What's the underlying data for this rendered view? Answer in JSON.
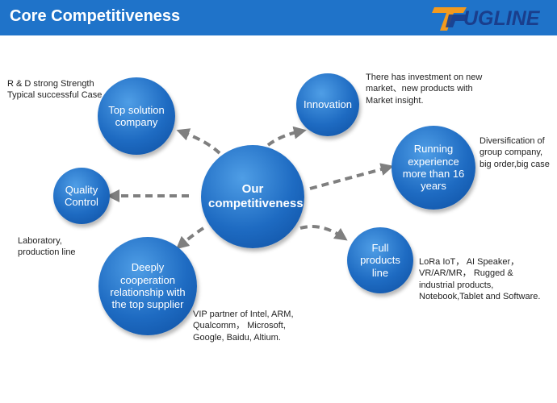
{
  "header": {
    "title": "Core Competitiveness"
  },
  "logo": {
    "text": "UGLINE"
  },
  "center": {
    "label": "Our competitiveness"
  },
  "nodes": {
    "top_solution": "Top solution company",
    "innovation": "Innovation",
    "quality": "Quality Control",
    "running": "Running experience more than 16 years",
    "cooperation": "Deeply cooperation relationship with the top supplier",
    "products": "Full products line"
  },
  "notes": {
    "rnd_line1": "R & D strong Strength",
    "rnd_line2": "Typical successful Case",
    "investment_line1": "There has investment on new",
    "investment_line2": "market、new products with",
    "investment_line3": "Market insight.",
    "diversification_line1": "Diversification of",
    "diversification_line2": "group company,",
    "diversification_line3": "big order,big case",
    "laboratory_line1": "Laboratory,",
    "laboratory_line2": "production line",
    "products_line1": "LoRa IoT， AI Speaker，",
    "products_line2": "VR/AR/MR， Rugged &",
    "products_line3": "industrial products,",
    "products_line4": "Notebook,Tablet and Software.",
    "vip_line1": "VIP partner of  Intel, ARM,",
    "vip_line2": "Qualcomm， Microsoft,",
    "vip_line3": "Google, Baidu, Altium."
  },
  "colors": {
    "header": "#1f73c9",
    "circle": "#1e6bc2",
    "arrow": "#7f7f7f",
    "logo_orange": "#f39a1e",
    "logo_blue": "#1a3e8c"
  }
}
